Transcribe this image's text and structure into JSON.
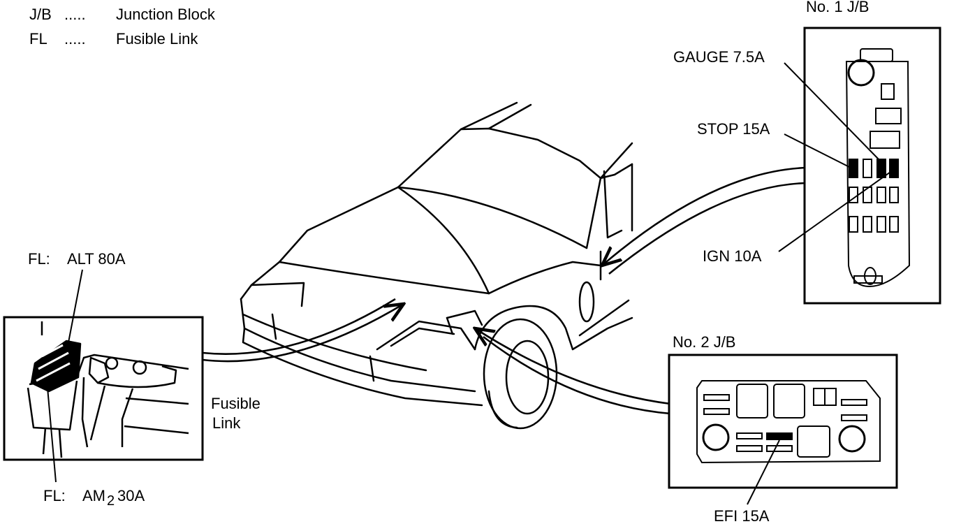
{
  "legend": [
    {
      "abbr": "J/B",
      "dots": ".....",
      "meaning": "Junction Block"
    },
    {
      "abbr": "FL",
      "dots": ".....",
      "meaning": "Fusible Link"
    }
  ],
  "jb1": {
    "title": "No. 1 J/B",
    "labels": {
      "gauge": "GAUGE 7.5A",
      "stop": "STOP 15A",
      "ign": "IGN 10A"
    }
  },
  "jb2": {
    "title": "No. 2 J/B",
    "labels": {
      "efi": "EFI 15A"
    }
  },
  "fl": {
    "alt_prefix": "FL:",
    "alt": "ALT 80A",
    "am2_prefix": "FL:",
    "am2_name": "AM",
    "am2_sub": "2",
    "am2_value": "30A",
    "caption_line1": "Fusible",
    "caption_line2": "Link"
  }
}
